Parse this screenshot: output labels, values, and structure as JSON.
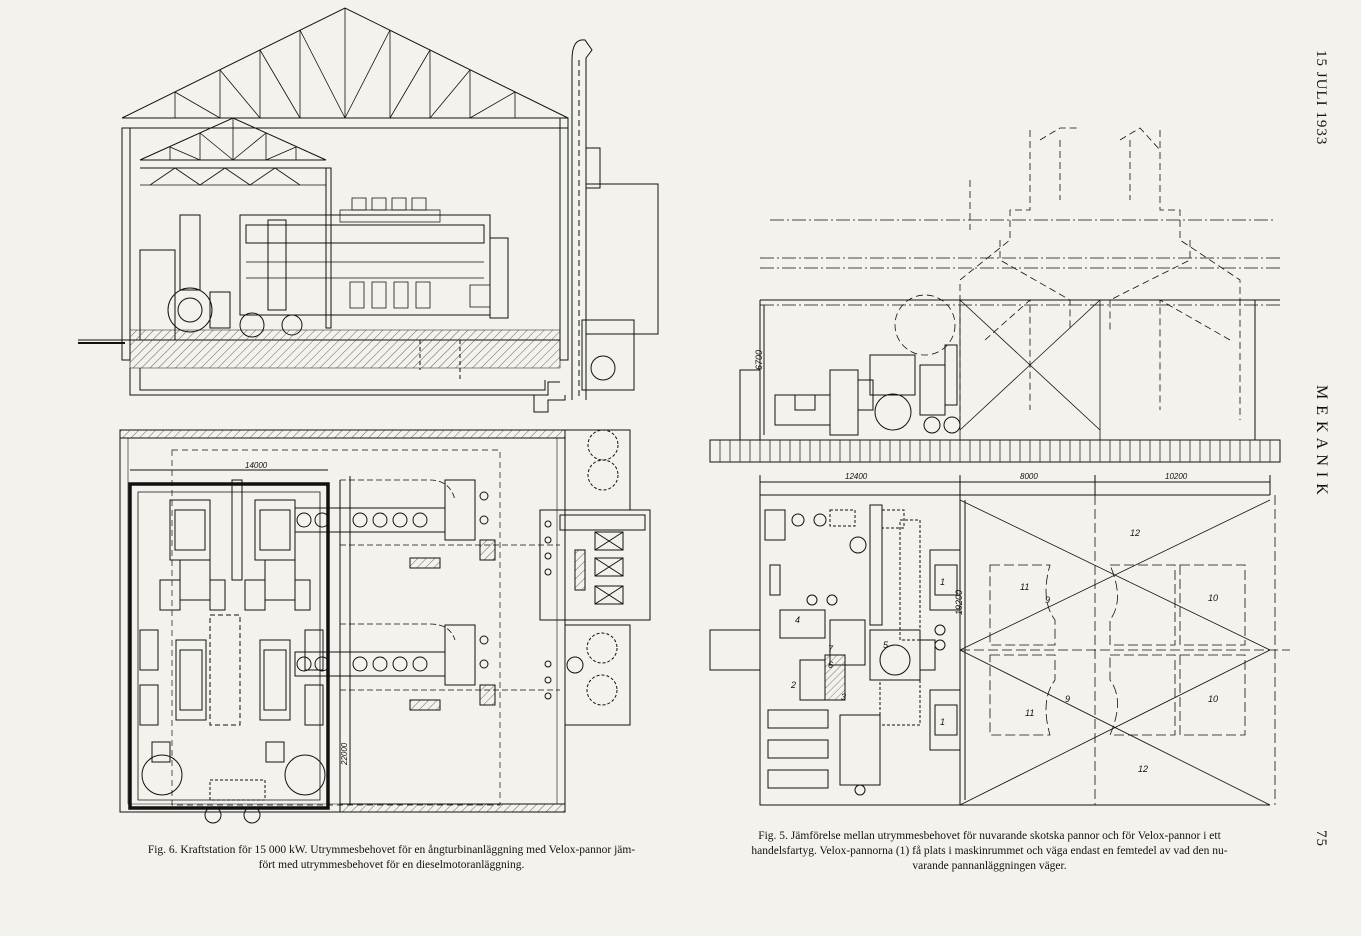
{
  "header": {
    "date": "15 JULI 1933",
    "section": "M E K A N I K",
    "page_number": "75"
  },
  "fig6": {
    "caption_line1": "Fig. 6.  Kraftstation för 15 000 kW. Utrymmesbehovet för en ångturbinanläggning med Velox-pannor jäm-",
    "caption_line2": "fört med utrymmesbehovet för en dieselmotoranläggning.",
    "dim_width": "14000",
    "dim_height": "22000"
  },
  "fig5": {
    "caption_line1": "Fig. 5.  Jämförelse mellan utrymmesbehovet för nuvarande skotska pannor och för Velox-pannor i ett",
    "caption_line2": "handelsfartyg.  Velox-pannorna (1) få plats i maskinrummet och väga endast en femtedel av vad den nu-",
    "caption_line3": "varande pannanläggningen väger.",
    "dim_height": "6700",
    "dim_a": "12400",
    "dim_b": "8000",
    "dim_c": "10200",
    "dim_d": "19200",
    "labels": {
      "n1a": "1",
      "n1b": "1",
      "n2": "2",
      "n3": "3",
      "n4": "4",
      "n5": "5",
      "n6": "6",
      "n7": "7",
      "n9a": "9",
      "n9b": "9",
      "n10a": "10",
      "n10b": "10",
      "n11a": "11",
      "n11b": "11",
      "n12a": "12",
      "n12b": "12"
    }
  }
}
